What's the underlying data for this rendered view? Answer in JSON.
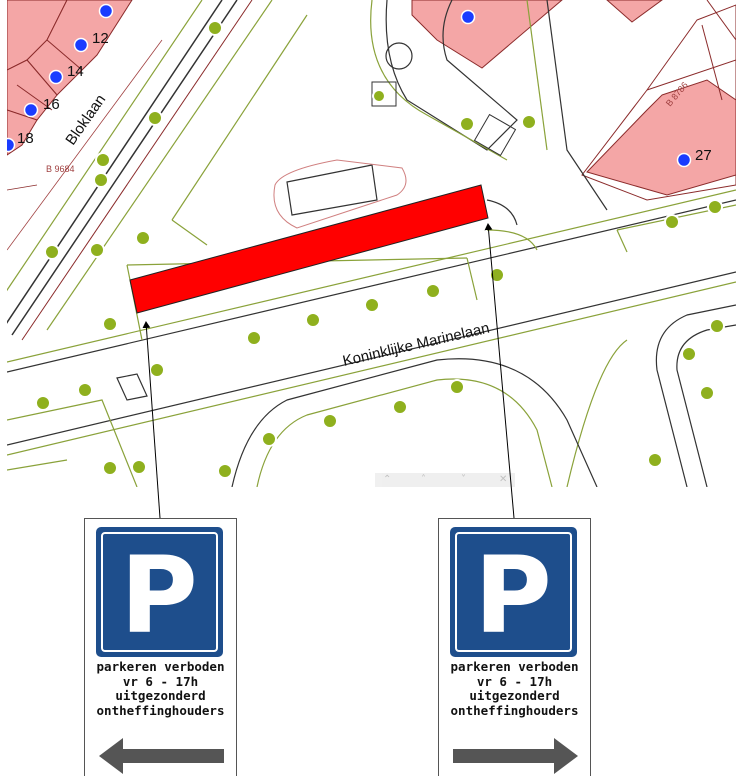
{
  "map": {
    "street_labels": {
      "bloklaan": "Bloklaan",
      "marinelaan": "Koninklijke Marinelaan"
    },
    "house_numbers": {
      "n12": "12",
      "n14": "14",
      "n16": "16",
      "n18": "18",
      "n27": "27"
    },
    "parcel_codes": {
      "b9684": "B 9684",
      "b8786": "B 8786"
    },
    "colors": {
      "building": "#f4a6a6",
      "building_stroke": "#8b2b2b",
      "parcel_line": "#a04040",
      "road_line": "#8aa23a",
      "curb_line": "#333333",
      "tree": "#8fb01e",
      "address_point": "#1a3cff",
      "restricted_zone": "#ff0000"
    },
    "icons": [
      "tree-icon",
      "address-point-icon"
    ]
  },
  "toolbar": {
    "icons": [
      "collapse-up-icon",
      "chevron-up-icon",
      "chevron-down-icon",
      "close-icon"
    ]
  },
  "signs": [
    {
      "symbol": "P",
      "lines": [
        "parkeren verboden",
        "vr 6 - 17h",
        "uitgezonderd",
        "ontheffinghouders"
      ],
      "arrow": "arrow-left-icon"
    },
    {
      "symbol": "P",
      "lines": [
        "parkeren verboden",
        "vr 6 - 17h",
        "uitgezonderd",
        "ontheffinghouders"
      ],
      "arrow": "arrow-right-icon"
    }
  ],
  "sign_colors": {
    "panel_blue": "#1e4e8c",
    "arrow_gray": "#555555"
  }
}
